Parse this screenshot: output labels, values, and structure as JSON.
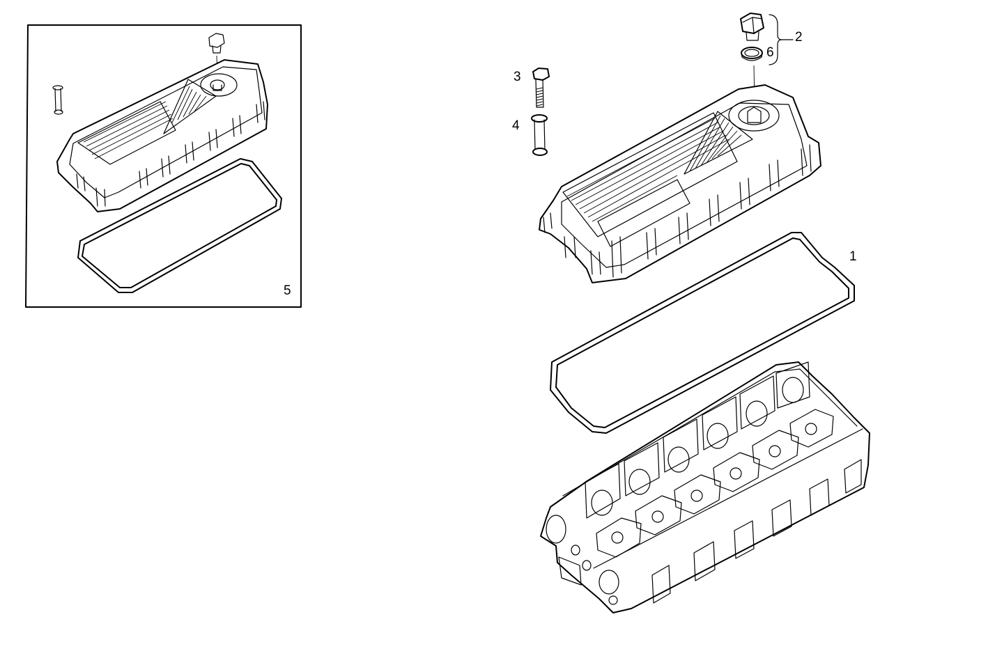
{
  "callouts": {
    "gasket": "1",
    "oil_filler_cap_group": "2",
    "bolt": "3",
    "spacer": "4",
    "cover_kit": "5",
    "seal_ring": "6"
  },
  "colors": {
    "line": "#000000",
    "background": "#ffffff"
  }
}
